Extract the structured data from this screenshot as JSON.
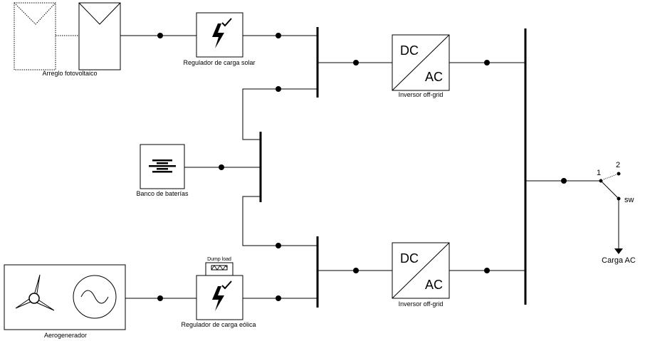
{
  "labels": {
    "pv_array": "Arreglo fotovoltaico",
    "solar_regulator": "Regulador de carga solar",
    "inverter_top": "Inversor off-grid",
    "inverter_bottom": "Inversor off-grid",
    "battery_bank": "Banco de baterías",
    "dump_load": "Dump load",
    "wind_regulator": "Regulador de carga eólica",
    "wind_generator": "Aerogenerador",
    "ac_load": "Carga AC",
    "inv_dc": "DC",
    "inv_ac": "AC",
    "switch_pos1": "1",
    "switch_pos2": "2",
    "switch_name": "sw"
  },
  "icons": {
    "lightning_check": "lightning-check-icon",
    "battery": "battery-icon",
    "wind_turbine": "wind-turbine-icon",
    "ac_generator": "sine-wave-generator-icon",
    "resistor": "resistor-icon"
  }
}
